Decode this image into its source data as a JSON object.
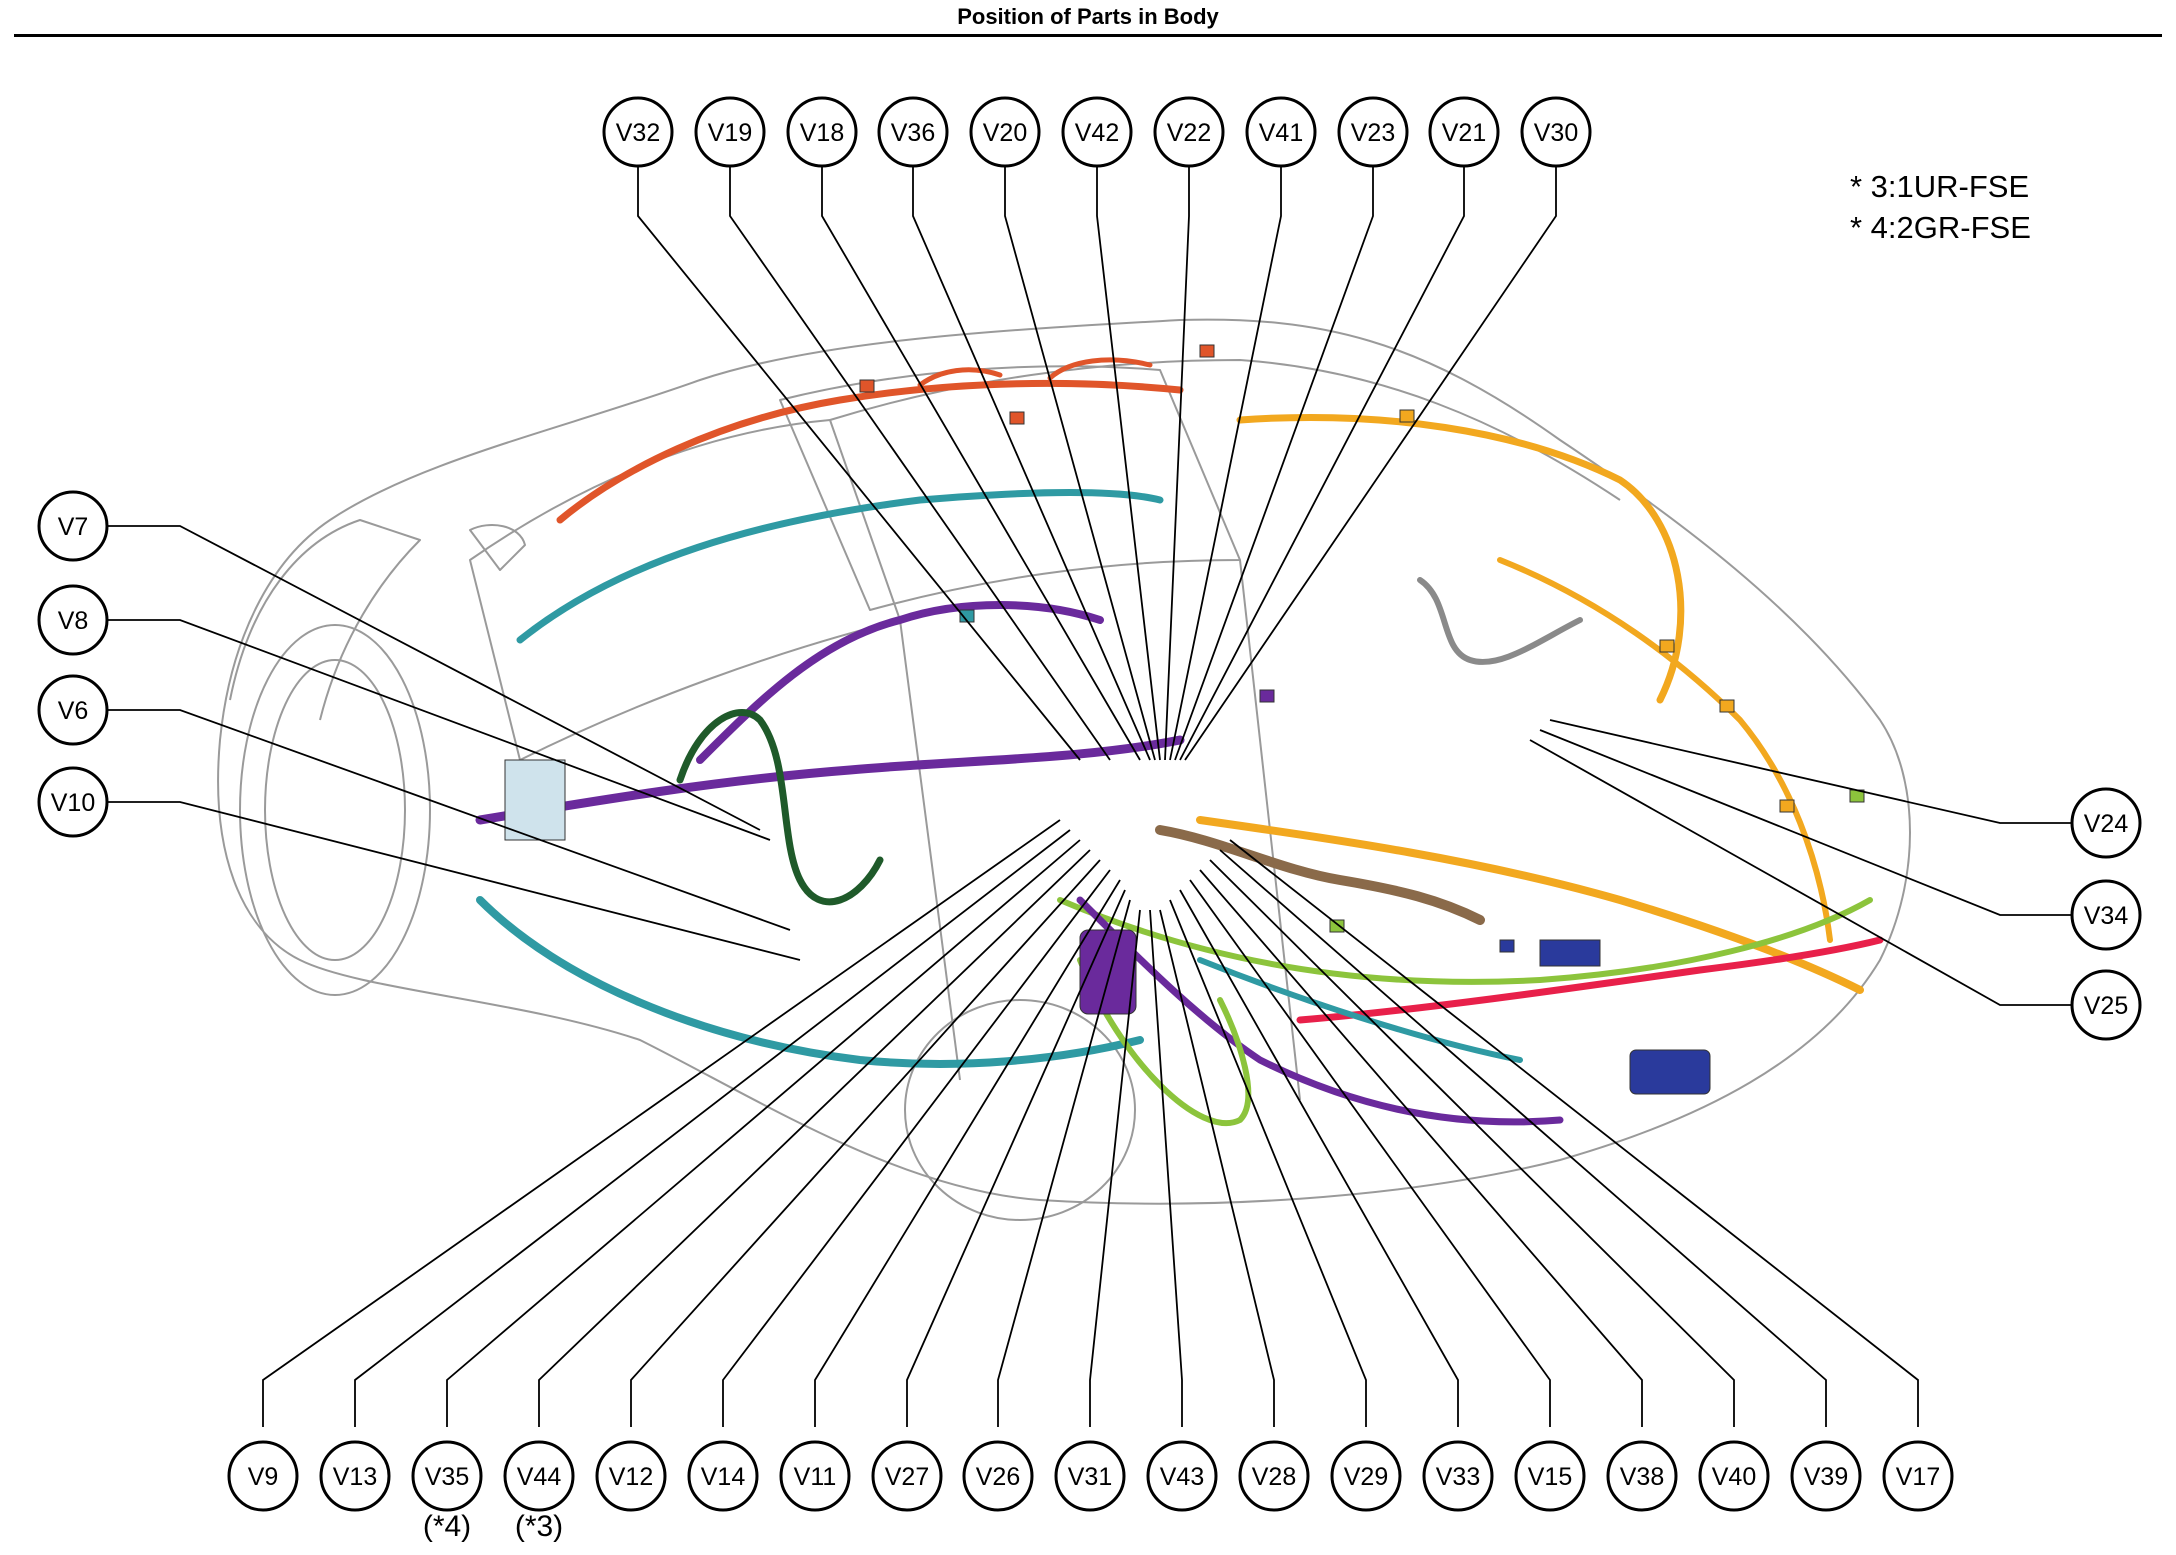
{
  "title": "Position of Parts in Body",
  "notes": [
    "* 3:1UR-FSE",
    "* 4:2GR-FSE"
  ],
  "top_callouts": [
    "V32",
    "V19",
    "V18",
    "V36",
    "V20",
    "V42",
    "V22",
    "V41",
    "V23",
    "V21",
    "V30"
  ],
  "left_callouts": [
    "V7",
    "V8",
    "V6",
    "V10"
  ],
  "right_callouts": [
    "V24",
    "V34",
    "V25"
  ],
  "bottom_callouts": [
    "V9",
    "V13",
    "V35",
    "V44",
    "V12",
    "V14",
    "V11",
    "V27",
    "V26",
    "V31",
    "V43",
    "V28",
    "V29",
    "V33",
    "V15",
    "V38",
    "V40",
    "V39",
    "V17"
  ],
  "bottom_notes": {
    "V35": "(*4)",
    "V44": "(*3)"
  },
  "colors": {
    "line": "#000000",
    "car_outline": "#9a9a9a",
    "harness_purple": "#6a2a9c",
    "harness_orange": "#f2a81f",
    "harness_teal": "#2f9aa3",
    "harness_red_orange": "#e0552a",
    "harness_dark_green": "#1f5a2a",
    "harness_lime": "#8cc43c",
    "harness_red": "#e8204a",
    "harness_blue": "#2a3a9c",
    "harness_brown": "#8a6a4a",
    "harness_gray": "#8a8a8a"
  }
}
